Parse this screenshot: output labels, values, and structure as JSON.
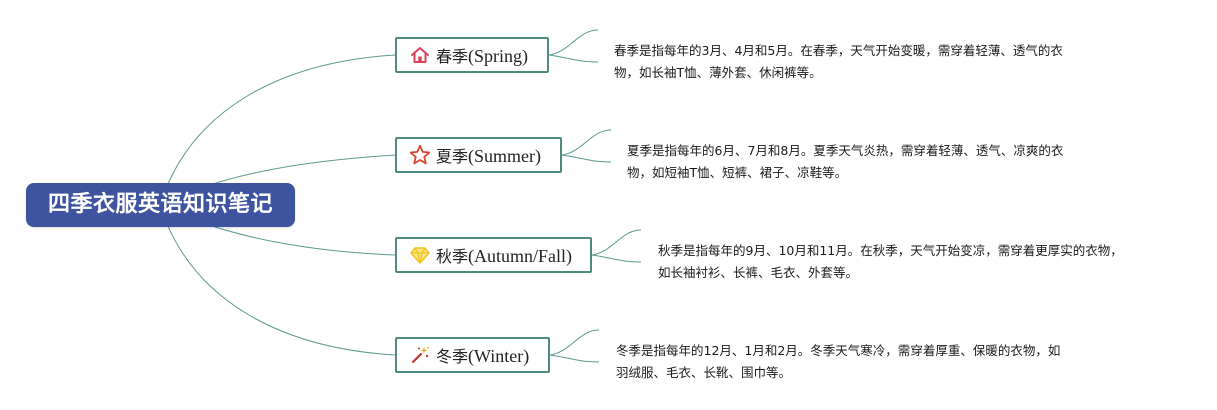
{
  "root": {
    "title": "四季衣服英语知识笔记"
  },
  "colors": {
    "root_fill": "#3f54a0",
    "topic_border": "#4f8a80",
    "connector": "#5b9a8e",
    "spring_icon": "#d8435a",
    "summer_icon": "#d9452f",
    "autumn_icon": "#f0c419",
    "winter_icon": "#c0392b"
  },
  "topics": [
    {
      "id": "spring",
      "icon": "house-icon",
      "label_cn": "春季",
      "label_en": "(Spring)",
      "description_line1": "春季是指每年的3月、4月和5月。在春季，天气开始变暖，需穿着轻薄、透气的衣",
      "description_line2": "物，如长袖T恤、薄外套、休闲裤等。"
    },
    {
      "id": "summer",
      "icon": "star-icon",
      "label_cn": "夏季",
      "label_en": "(Summer)",
      "description_line1": "夏季是指每年的6月、7月和8月。夏季天气炎热，需穿着轻薄、透气、凉爽的衣",
      "description_line2": "物，如短袖T恤、短裤、裙子、凉鞋等。"
    },
    {
      "id": "autumn",
      "icon": "diamond-icon",
      "label_cn": "秋季",
      "label_en": "(Autumn/Fall)",
      "description_line1": "秋季是指每年的9月、10月和11月。在秋季，天气开始变凉，需穿着更厚实的衣物，",
      "description_line2": "如长袖衬衫、长裤、毛衣、外套等。"
    },
    {
      "id": "winter",
      "icon": "magic-wand-icon",
      "label_cn": "冬季",
      "label_en": "(Winter)",
      "description_line1": "冬季是指每年的12月、1月和2月。冬季天气寒冷，需穿着厚重、保暖的衣物，如",
      "description_line2": "羽绒服、毛衣、长靴、围巾等。"
    }
  ]
}
